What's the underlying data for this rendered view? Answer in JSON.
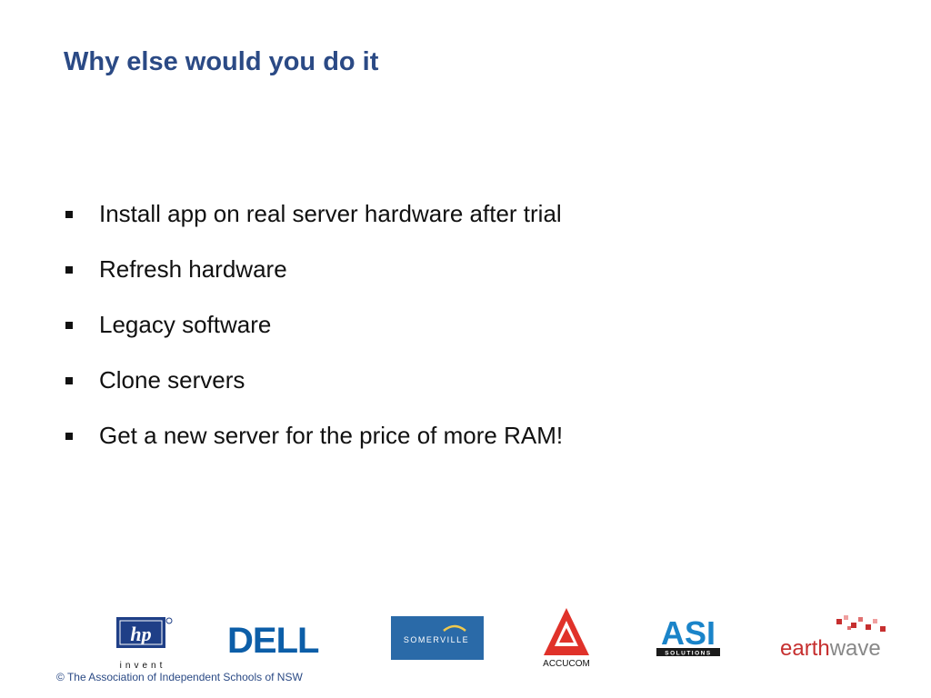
{
  "slide": {
    "title": "Why else would you do it",
    "bullets": [
      "Install app on real server hardware after trial",
      "Refresh hardware",
      "Legacy software",
      "Clone servers",
      "Get a new server for the price of more RAM!"
    ],
    "footer": "© The Association of Independent Schools of NSW"
  },
  "logos": {
    "hp": {
      "text": "hp",
      "tagline": "invent"
    },
    "dell": {
      "text": "DELL"
    },
    "somerville": {
      "text": "SOMERVILLE"
    },
    "accucom": {
      "text": "ACCUCOM"
    },
    "asi": {
      "text": "ASI",
      "sub": "SOLUTIONS"
    },
    "earthwave": {
      "part1": "earth",
      "part2": "wave"
    }
  },
  "colors": {
    "title": "#2b4a85",
    "hp_blue": "#1f3f87",
    "dell_blue": "#0c5ea8",
    "somerville_bg": "#2a6aa8",
    "accucom_red": "#e0322a",
    "asi_blue": "#1a84c9",
    "earthwave_red": "#c62f2f",
    "earthwave_gray": "#888888"
  }
}
